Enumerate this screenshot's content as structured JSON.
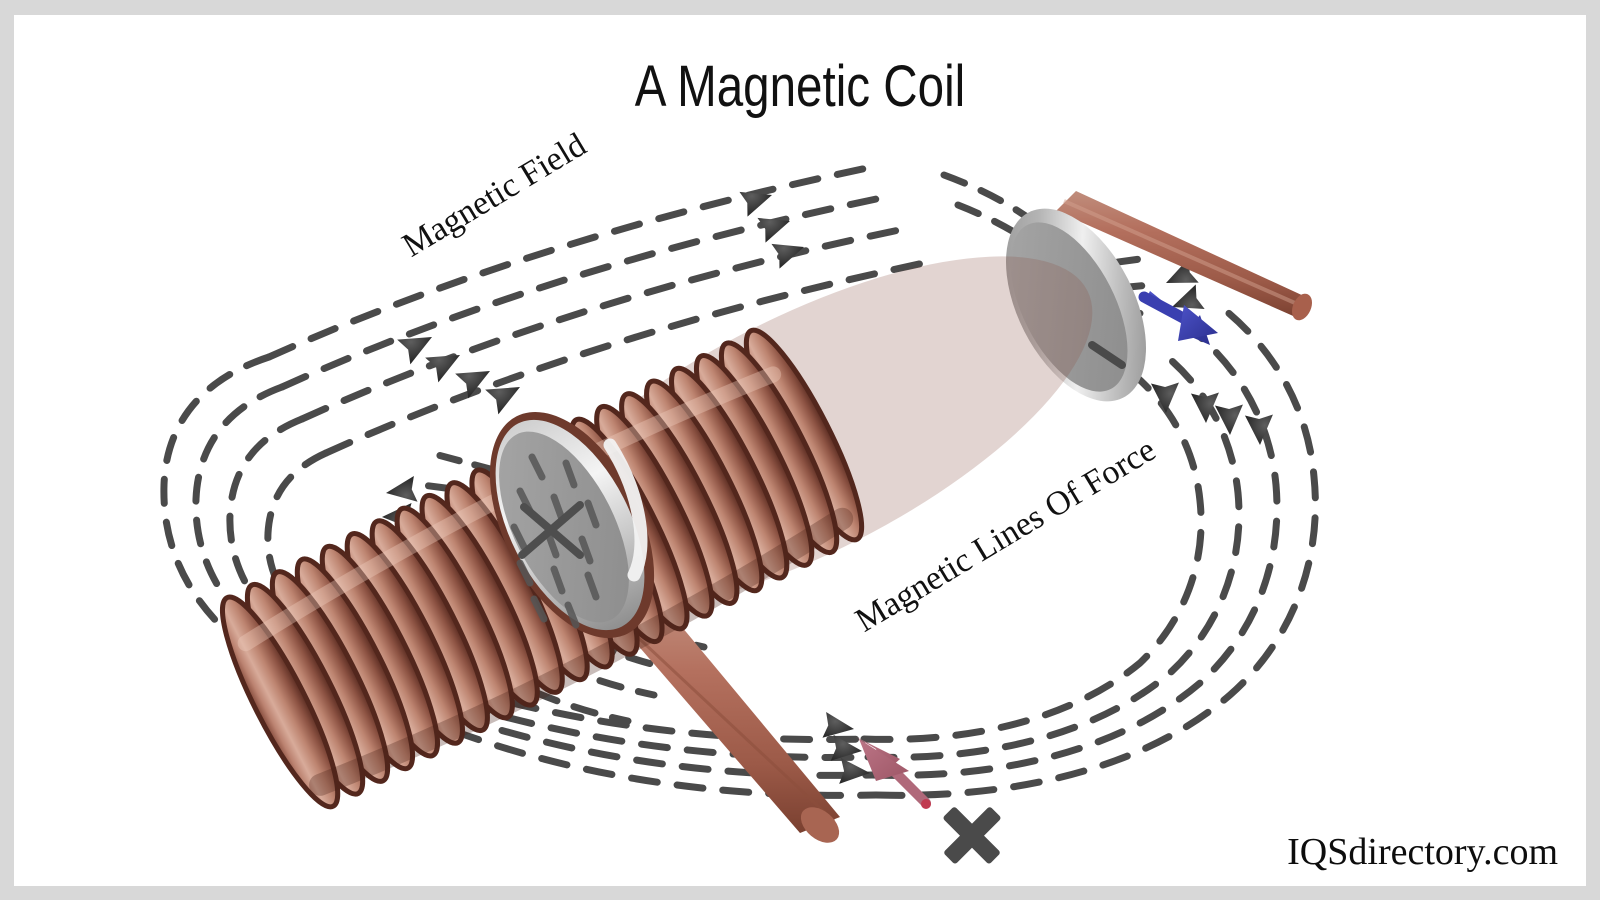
{
  "figure": {
    "title": "A Magnetic Coil",
    "watermark": "IQSdirectory.com",
    "background_color": "#ffffff",
    "frame_color": "#d8d8d8"
  },
  "labels": {
    "magnetic_field": "Magnetic Field",
    "magnetic_lines_of_force": "Magnetic Lines Of Force"
  },
  "diagram": {
    "subject": "solenoid-electromagnet-coil",
    "components": [
      {
        "name": "copper-coil-winding",
        "color": "#b07a68",
        "turns": 22
      },
      {
        "name": "core-end-cap-left",
        "color": "#9a9a9a"
      },
      {
        "name": "core-end-cap-right",
        "color": "#a8a8a8"
      },
      {
        "name": "lead-wire-upper-right",
        "color": "#b07060"
      },
      {
        "name": "lead-wire-lower-left",
        "color": "#b07868"
      },
      {
        "name": "magnetic-field-lines",
        "color": "#4a4a4a",
        "style": "dashed"
      },
      {
        "name": "field-direction-arrowhead",
        "color": "#3a3a3a"
      },
      {
        "name": "current-direction-arrow-blue",
        "color": "#3a3fb0"
      },
      {
        "name": "current-direction-arrow-mauve",
        "color": "#b0697a"
      },
      {
        "name": "current-into-page-marker",
        "color": "#4a4a4a",
        "symbol": "X"
      }
    ]
  },
  "colors": {
    "copper_light": "#c79280",
    "copper_mid": "#b07a68",
    "copper_dark": "#8a5446",
    "copper_shadow": "#4a2a24",
    "metal_light": "#d8d8d8",
    "metal_mid": "#9e9e9e",
    "metal_dark": "#7a7a7a",
    "field_line": "#4a4a4a",
    "arrow_blue": "#3a3fb0",
    "arrow_mauve": "#b0697a",
    "text": "#111111"
  }
}
